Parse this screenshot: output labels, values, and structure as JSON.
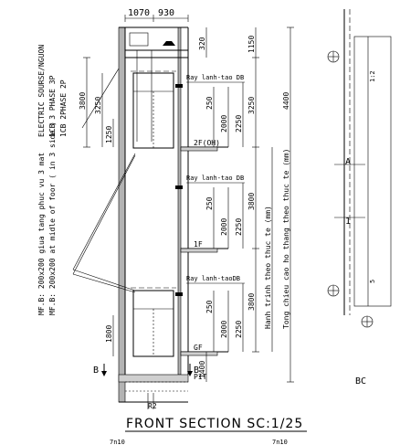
{
  "title": "FRONT SECTION SC:1/25",
  "top_dims": {
    "d1": "1070",
    "d2": "930"
  },
  "right_dims": {
    "d320": "320",
    "d1150": "1150",
    "d3250_top": "3250",
    "d3800_a": "3800",
    "d3800_b": "3800",
    "d1400": "1400"
  },
  "floors": [
    {
      "label": "2F(OH)",
      "note": "Ray lanh-tao DB",
      "d250": "250",
      "d2000": "2000",
      "d2250": "2250"
    },
    {
      "label": "1F",
      "note": "Ray lanh-tao DB",
      "d250": "250",
      "d2000": "2000",
      "d2250": "2250"
    },
    {
      "label": "GF",
      "note": "Ray lanh-taoDB",
      "d250": "250",
      "d2000": "2000",
      "d2250": "2250"
    }
  ],
  "pit_label": "PIT",
  "r2_label": "R2",
  "left_dims": {
    "d3800": "3800",
    "d3250": "3250",
    "d1250": "1250",
    "d1800": "1800"
  },
  "section_mark": "B",
  "vertical_notes": {
    "travel": "Hanh trinh theo thuc te (mm)",
    "total_height": "Tong chieu cao ho thang theo thuc te (mm)",
    "height4400": "4400",
    "mfb1": "MF.B: 200x200  giua tang phuc vu 3 mat",
    "mfb2": "MF.B: 200x200 at midle of foor ( in 3 side )",
    "electric": "ELECTRIC SOURSE/NGUON",
    "phase3": "1CB 3 PHASE 3P",
    "phase2": "1CB 2PHASE 2P"
  },
  "right_panel": {
    "axis_label": "A",
    "axis_num": "1",
    "bottom_label": "BC",
    "frag1": "1:2",
    "frag2": "5"
  },
  "footer_frags": {
    "f1": "7n10",
    "f2": "7n10"
  }
}
